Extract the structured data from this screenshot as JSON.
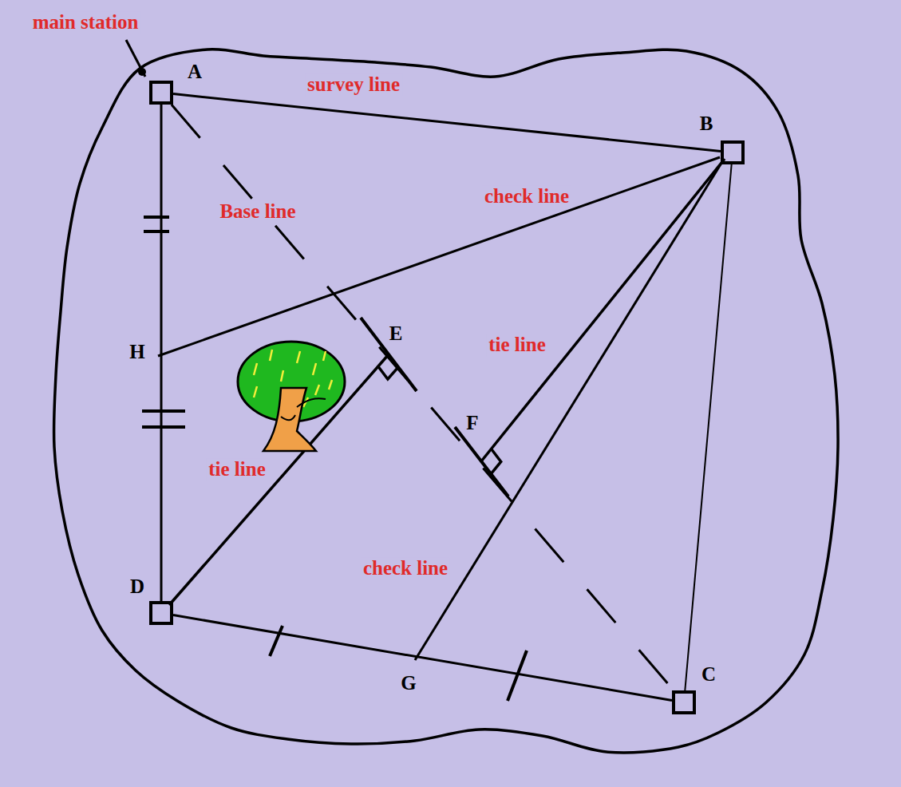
{
  "diagram": {
    "nodes": [
      {
        "text": [
          "A"
        ]
      },
      {
        "text": [
          "B"
        ]
      },
      {
        "text": [
          "D"
        ]
      },
      {
        "text": [
          "C"
        ]
      }
    ],
    "edges": [
      {
        "from": 0,
        "to": 1,
        "arrow": "none",
        "label": "survey line"
      },
      {
        "from": 1,
        "to": 3,
        "arrow": "none"
      },
      {
        "from": 3,
        "to": 2,
        "arrow": "none"
      },
      {
        "from": 2,
        "to": 0,
        "arrow": "none"
      },
      {
        "from": 0,
        "to": 3,
        "arrow": "none",
        "label": "Base line"
      }
    ],
    "labels": [
      "main station",
      "check line",
      "check line",
      "tie line",
      "tie line",
      "E",
      "F",
      "G",
      "H"
    ]
  }
}
